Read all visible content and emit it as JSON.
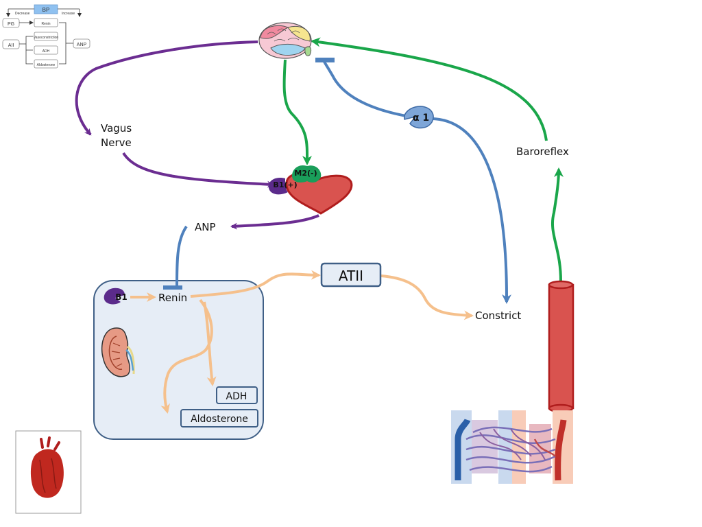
{
  "thumbnail": {
    "bp": "BP",
    "decrease": "Decrease",
    "increase": "Increase",
    "pg": "PG",
    "renin": "Renin",
    "vasoconstriction": "Vasoconstriction",
    "aii": "AII",
    "adh": "ADH",
    "anp": "ANP",
    "aldosterone": "Aldosterone"
  },
  "labels": {
    "vagus_line1": "Vagus",
    "vagus_line2": "Nerve",
    "m2": "M2(-)",
    "b1_heart": "B1(+)",
    "anp": "ANP",
    "b1_kidney": "B1",
    "renin": "Renin",
    "atii": "ATII",
    "adh": "ADH",
    "aldosterone": "Aldosterone",
    "alpha1": "α 1",
    "constrict": "Constrict",
    "baroreflex": "Baroreflex"
  },
  "colors": {
    "parasympathetic": "#6b2d91",
    "sympathetic": "#1aa64a",
    "inhibit": "#4f81bd",
    "hormone": "#f5c08c",
    "heart": "#d9534f",
    "kidney_box": "#e6edf6"
  }
}
